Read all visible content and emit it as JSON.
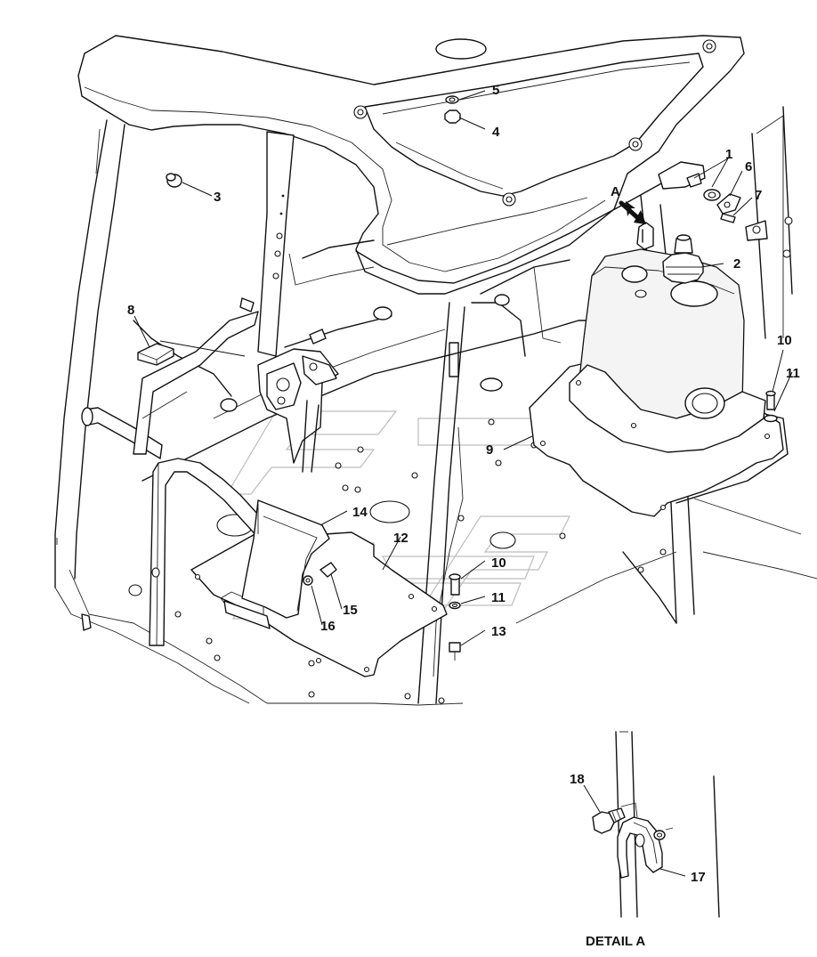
{
  "figure": {
    "main_view": {
      "callouts": [
        {
          "id": "c1",
          "label": "1"
        },
        {
          "id": "c2",
          "label": "2"
        },
        {
          "id": "c3",
          "label": "3"
        },
        {
          "id": "c4",
          "label": "4"
        },
        {
          "id": "c5",
          "label": "5"
        },
        {
          "id": "c6",
          "label": "6"
        },
        {
          "id": "c7",
          "label": "7"
        },
        {
          "id": "c8",
          "label": "8"
        },
        {
          "id": "c9",
          "label": "9"
        },
        {
          "id": "c10a",
          "label": "10"
        },
        {
          "id": "c11a",
          "label": "11"
        },
        {
          "id": "c10b",
          "label": "10"
        },
        {
          "id": "c11b",
          "label": "11"
        },
        {
          "id": "c12",
          "label": "12"
        },
        {
          "id": "c13",
          "label": "13"
        },
        {
          "id": "c14",
          "label": "14"
        },
        {
          "id": "c15",
          "label": "15"
        },
        {
          "id": "c16",
          "label": "16"
        }
      ],
      "view_marker": "A"
    },
    "detail_view": {
      "caption": "DETAIL A",
      "callouts": [
        {
          "id": "c17",
          "label": "17"
        },
        {
          "id": "c18",
          "label": "18"
        }
      ]
    }
  }
}
